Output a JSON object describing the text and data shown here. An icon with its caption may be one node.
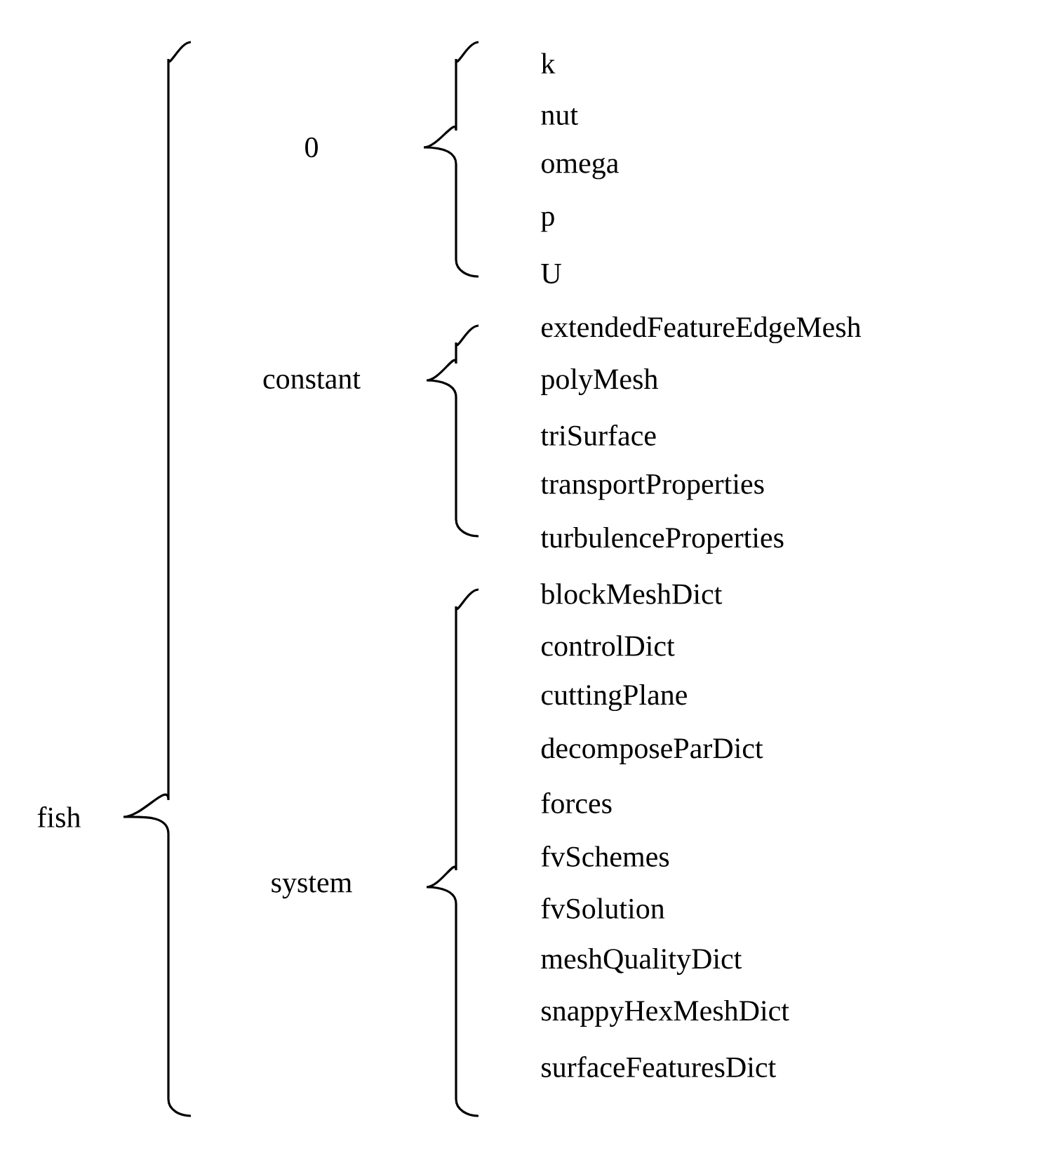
{
  "diagram": {
    "nodes": [
      {
        "text": [
          "fish"
        ]
      },
      {
        "text": [
          "0"
        ]
      },
      {
        "text": [
          "constant"
        ]
      },
      {
        "text": [
          "system"
        ]
      },
      {
        "text": [
          "k"
        ]
      },
      {
        "text": [
          "nut"
        ]
      },
      {
        "text": [
          "omega"
        ]
      },
      {
        "text": [
          "p"
        ]
      },
      {
        "text": [
          "U"
        ]
      },
      {
        "text": [
          "extendedFeatureEdgeMesh"
        ]
      },
      {
        "text": [
          "polyMesh"
        ]
      },
      {
        "text": [
          "triSurface"
        ]
      },
      {
        "text": [
          "transportProperties"
        ]
      },
      {
        "text": [
          "turbulenceProperties"
        ]
      },
      {
        "text": [
          "blockMeshDict"
        ]
      },
      {
        "text": [
          "controlDict"
        ]
      },
      {
        "text": [
          "cuttingPlane"
        ]
      },
      {
        "text": [
          "decomposeParDict"
        ]
      },
      {
        "text": [
          "forces"
        ]
      },
      {
        "text": [
          "fvSchemes"
        ]
      },
      {
        "text": [
          "fvSolution"
        ]
      },
      {
        "text": [
          "meshQualityDict"
        ]
      },
      {
        "text": [
          "snappyHexMeshDict"
        ]
      },
      {
        "text": [
          "surfaceFeaturesDict"
        ]
      }
    ]
  }
}
